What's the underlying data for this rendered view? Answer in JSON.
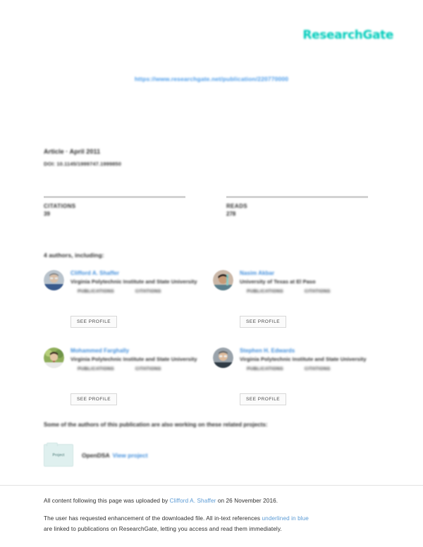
{
  "brand": {
    "logo_text": "ResearchGate",
    "accent_color": "#00ccbb",
    "link_color": "#3f8ddb"
  },
  "header": {
    "url": "https://www.researchgate.net/publication/220770000"
  },
  "article": {
    "type_and_date": "Article · April 2011",
    "doi": "DOI: 10.1145/1999747.1999850"
  },
  "stats": [
    {
      "label": "CITATIONS",
      "value": "39"
    },
    {
      "label": "READS",
      "value": "278"
    }
  ],
  "authors_heading": "4 authors, including:",
  "authors": [
    {
      "name": "Clifford A. Shaffer",
      "affiliation": "Virginia Polytechnic Institute and State University",
      "publications_label": "PUBLICATIONS",
      "citations_label": "CITATIONS",
      "see_profile": "SEE PROFILE"
    },
    {
      "name": "Nasim Akbar",
      "affiliation": "University of Texas at El Paso",
      "publications_label": "PUBLICATIONS",
      "citations_label": "CITATIONS",
      "see_profile": "SEE PROFILE"
    },
    {
      "name": "Mohammed Farghally",
      "affiliation": "Virginia Polytechnic Institute and State University",
      "publications_label": "PUBLICATIONS",
      "citations_label": "CITATIONS",
      "see_profile": "SEE PROFILE"
    },
    {
      "name": "Stephen H. Edwards",
      "affiliation": "Virginia Polytechnic Institute and State University",
      "publications_label": "PUBLICATIONS",
      "citations_label": "CITATIONS",
      "see_profile": "SEE PROFILE"
    }
  ],
  "projects": {
    "heading": "Some of the authors of this publication are also working on these related projects:",
    "thumb_label": "Project",
    "name": "OpenDSA",
    "link_label": "View project"
  },
  "footer": {
    "line1_before": "All content following this page was uploaded by ",
    "line1_link": "Clifford A. Shaffer",
    "line1_after": " on 26 November 2016.",
    "line2_before": "The user has requested enhancement of the downloaded file. All in-text references ",
    "line2_link": "underlined in blue",
    "line3": "are linked to publications on ResearchGate, letting you access and read them immediately."
  }
}
